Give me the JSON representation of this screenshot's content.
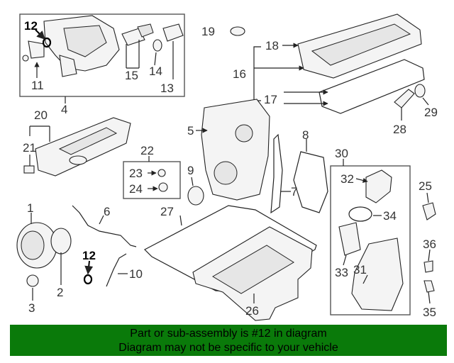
{
  "callouts": [
    "1",
    "2",
    "3",
    "4",
    "5",
    "6",
    "7",
    "8",
    "9",
    "10",
    "11",
    "12",
    "12",
    "13",
    "14",
    "15",
    "16",
    "17",
    "18",
    "19",
    "20",
    "21",
    "22",
    "23",
    "24",
    "25",
    "26",
    "27",
    "28",
    "29",
    "30",
    "31",
    "32",
    "33",
    "34",
    "35",
    "36"
  ],
  "banner": {
    "line1": "Part or sub-assembly is #12 in diagram",
    "line2": "Diagram may not be specific to your vehicle"
  },
  "colors": {
    "banner_bg": "#0a7a0a",
    "highlight": "#000000",
    "outline": "#222222"
  }
}
